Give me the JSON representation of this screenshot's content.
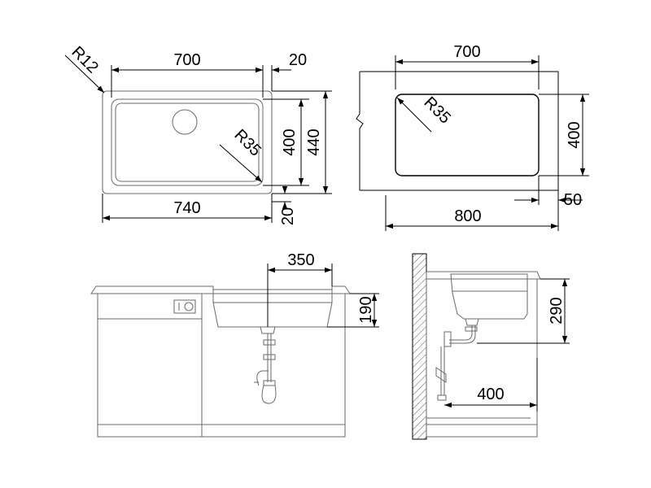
{
  "top_view": {
    "radius_outer": "R12",
    "width_inner": "700",
    "flange": "20",
    "radius_inner": "R35",
    "depth_inner": "400",
    "depth_outer": "440",
    "width_outer": "740",
    "flange_bottom": "20"
  },
  "cutout_view": {
    "width_inner": "700",
    "radius": "R35",
    "depth": "400",
    "offset": "50",
    "cabinet_width": "800"
  },
  "front_view": {
    "drain_offset": "350",
    "bowl_depth": "190"
  },
  "side_view": {
    "mount_height": "290",
    "drain_distance": "400"
  }
}
